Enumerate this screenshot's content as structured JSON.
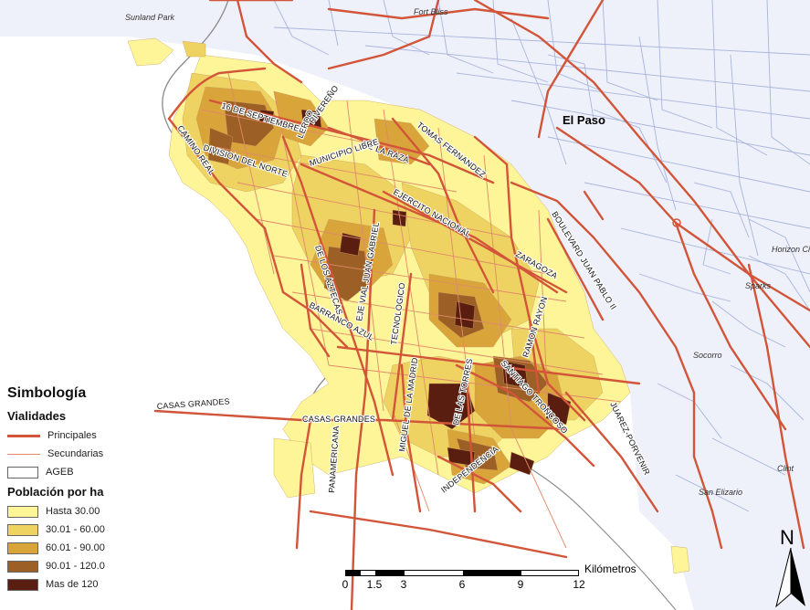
{
  "places": {
    "sunland_park": "Sunland Park",
    "fort_bliss": "Fort Bliss",
    "el_paso": "El Paso",
    "horizon_city": "Horizon Cit",
    "sparks": "Sparks",
    "socorro": "Socorro",
    "clint": "Clint",
    "san_elizario": "San Elizario"
  },
  "streets": {
    "s16_sept": "16 DE SEPTIEMBRE",
    "lerdo": "LERDO",
    "rivereno": "RIVEREÑO",
    "camino_real": "CAMINO REAL",
    "division_norte": "DIVISION DEL NORTE",
    "de_la_raza": "DE LA RAZA",
    "municipio_libre": "MUNICIPIO LIBRE",
    "tomas_fernandez": "TOMAS FERNANDEZ",
    "ejercito_nacional": "EJERCITO NACIONAL",
    "boulevard_juan_pablo": "BOULEVARD JUAN PABLO II",
    "zaragoza": "ZARAGOZA",
    "de_los_aztecas": "DE LOS AZTECAS",
    "eje_vial": "EJE VIAL JUAN GABRIEL",
    "tecnologico": "TECNOLOGICO",
    "barranco_azul": "BARRANCO AZUL",
    "ramon_rayon": "RAMON RAYON",
    "casas_grandes_1": "CASAS GRANDES",
    "casas_grandes_2": "CASAS GRANDES",
    "miguel_madrid": "MIGUEL DE LA MADRID",
    "de_las_torres": "DE LAS TORRES",
    "santiago_troncoso": "SANTIAGO TRONCOSO",
    "juarez_porvenir": "JUAREZ-PORVENIR",
    "panamericana": "PANAMERICANA",
    "independencia": "INDEPENDENCIA"
  },
  "legend": {
    "title": "Simbología",
    "roads_title": "Vialidades",
    "principal_label": "Principales",
    "secondary_label": "Secundarias",
    "ageb_label": "AGEB",
    "density_title": "Población por ha",
    "classes": [
      {
        "label": "Hasta 30.00",
        "color": "#fdf597"
      },
      {
        "label": "30.01 - 60.00",
        "color": "#eed262"
      },
      {
        "label": "60.01 - 90.00",
        "color": "#d9a43a"
      },
      {
        "label": "90.01 - 120.0",
        "color": "#9c5f25"
      },
      {
        "label": "Mas de 120",
        "color": "#5a1e10"
      }
    ]
  },
  "scale": {
    "unit": "Kilómetros",
    "ticks": [
      "0",
      "1.5",
      "3",
      "6",
      "9",
      "12"
    ],
    "ticks_km": [
      0,
      1.5,
      3,
      6,
      9,
      12
    ]
  },
  "north_label": "N",
  "colors": {
    "principal_road": "#d2553a",
    "secondary_road": "#e08a6a",
    "us_street": "#a8b4dc",
    "us_background": "#eef1fa",
    "river": "#8a8a8a"
  }
}
